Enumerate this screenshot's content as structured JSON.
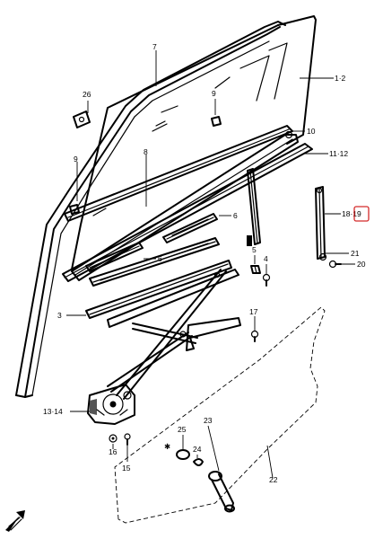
{
  "callouts": {
    "c1_2": "1·2",
    "c3": "3",
    "c5": "5",
    "c4": "4",
    "c6a": "6",
    "c6b": "6",
    "c7": "7",
    "c8": "8",
    "c9a": "9",
    "c9b": "9",
    "c10": "10",
    "c11_12": "11·12",
    "c13_14": "13·14",
    "c15": "15",
    "c16": "16",
    "c17": "17",
    "c18_19": "18·19",
    "c20": "20",
    "c21": "21",
    "c22": "22",
    "c23": "23",
    "c24": "24",
    "c25": "25",
    "c26": "26"
  },
  "highlight": {
    "callout": "18·19",
    "color": "#d42a2a"
  },
  "icons": {
    "corner_arrow": "front-direction-arrow-icon"
  }
}
